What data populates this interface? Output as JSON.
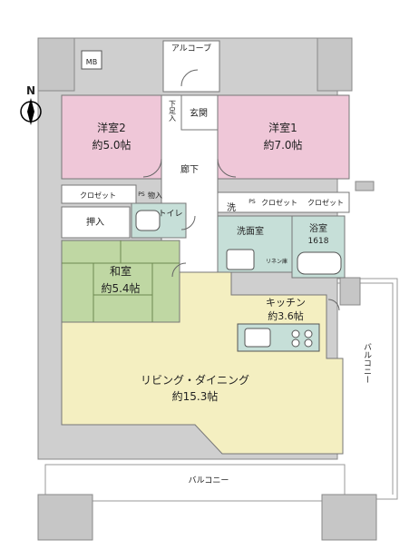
{
  "compass": {
    "north": "N"
  },
  "rooms": {
    "western2": {
      "name": "洋室2",
      "size": "約5.0帖"
    },
    "western1": {
      "name": "洋室1",
      "size": "約7.0帖"
    },
    "japanese": {
      "name": "和室",
      "size": "約5.4帖"
    },
    "kitchen": {
      "name": "キッチン",
      "size": "約3.6帖"
    },
    "living": {
      "name": "リビング・ダイニング",
      "size": "約15.3帖"
    },
    "bath": {
      "name": "浴室",
      "size": "1618"
    }
  },
  "labels": {
    "mb": "MB",
    "alcove": "アルコーブ",
    "entrance": "玄関",
    "shoebox": "下足入",
    "hall": "廊下",
    "closet_left": "クロゼット",
    "ps": "PS",
    "storage_small": "物入",
    "closet_r1": "クロゼット",
    "closet_r2": "クロゼット",
    "oshiire": "押入",
    "toilet": "トイレ",
    "laundry_sink": "洗",
    "washroom": "洗面室",
    "linen": "リネン庫",
    "balcony_right": "バルコニー",
    "balcony_bottom": "バルコニー"
  },
  "colors": {
    "western": "#efc7d8",
    "japanese": "#bfd7a3",
    "living": "#f4efc1",
    "wet": "#c6dfd8",
    "wall": "#c4c4c4",
    "corridor": "#ffffff"
  }
}
